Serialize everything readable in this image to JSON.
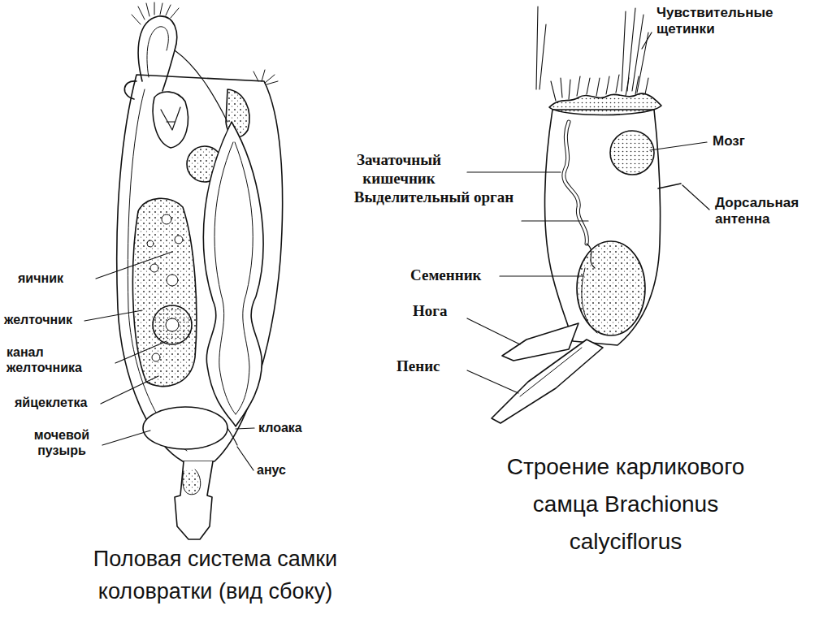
{
  "diagram": {
    "labels": [
      "яичник",
      "желточник",
      "канал желточника",
      "яйцеклетка",
      "мочевой пузырь",
      "клоака",
      "анус",
      "Половая система самки коловратки (вид сбоку)",
      "Чувствительные щетинки",
      "Мозг",
      "Зачаточный кишечник",
      "Выделительный орган",
      "Дорсальная антенна",
      "Семенник",
      "Нога",
      "Пенис",
      "Строение карликового самца Brachionus calyciflorus"
    ]
  }
}
